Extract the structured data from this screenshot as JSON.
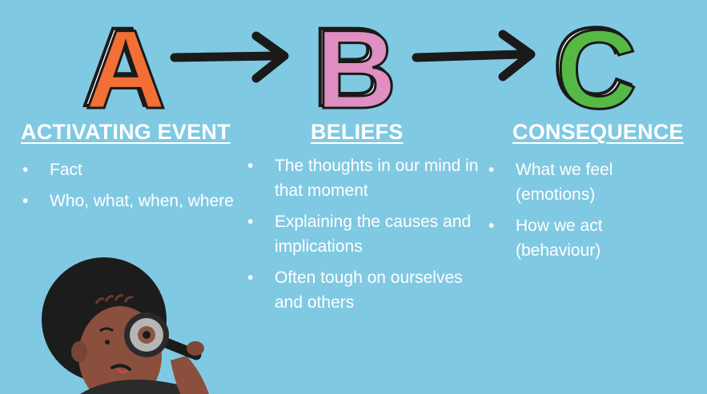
{
  "letters": {
    "a": "A",
    "b": "B",
    "c": "C"
  },
  "colors": {
    "background": "#80c9e3",
    "letter_a": "#f26f35",
    "letter_b": "#df8fc1",
    "letter_c": "#56b946",
    "arrow": "#1a1a1a",
    "text": "#ffffff"
  },
  "columns": [
    {
      "heading": "ACTIVATING EVENT",
      "bullets": [
        "Fact",
        "Who, what, when, where"
      ]
    },
    {
      "heading": "BELIEFS",
      "bullets": [
        "The thoughts in our mind in that moment",
        "Explaining the causes and implications",
        "Often tough on ourselves and others"
      ]
    },
    {
      "heading": "CONSEQUENCE",
      "bullets": [
        "What we feel (emotions)",
        "How we act (behaviour)"
      ]
    }
  ],
  "icons": [
    "arrow-right-icon",
    "magnifying-glass-icon"
  ]
}
